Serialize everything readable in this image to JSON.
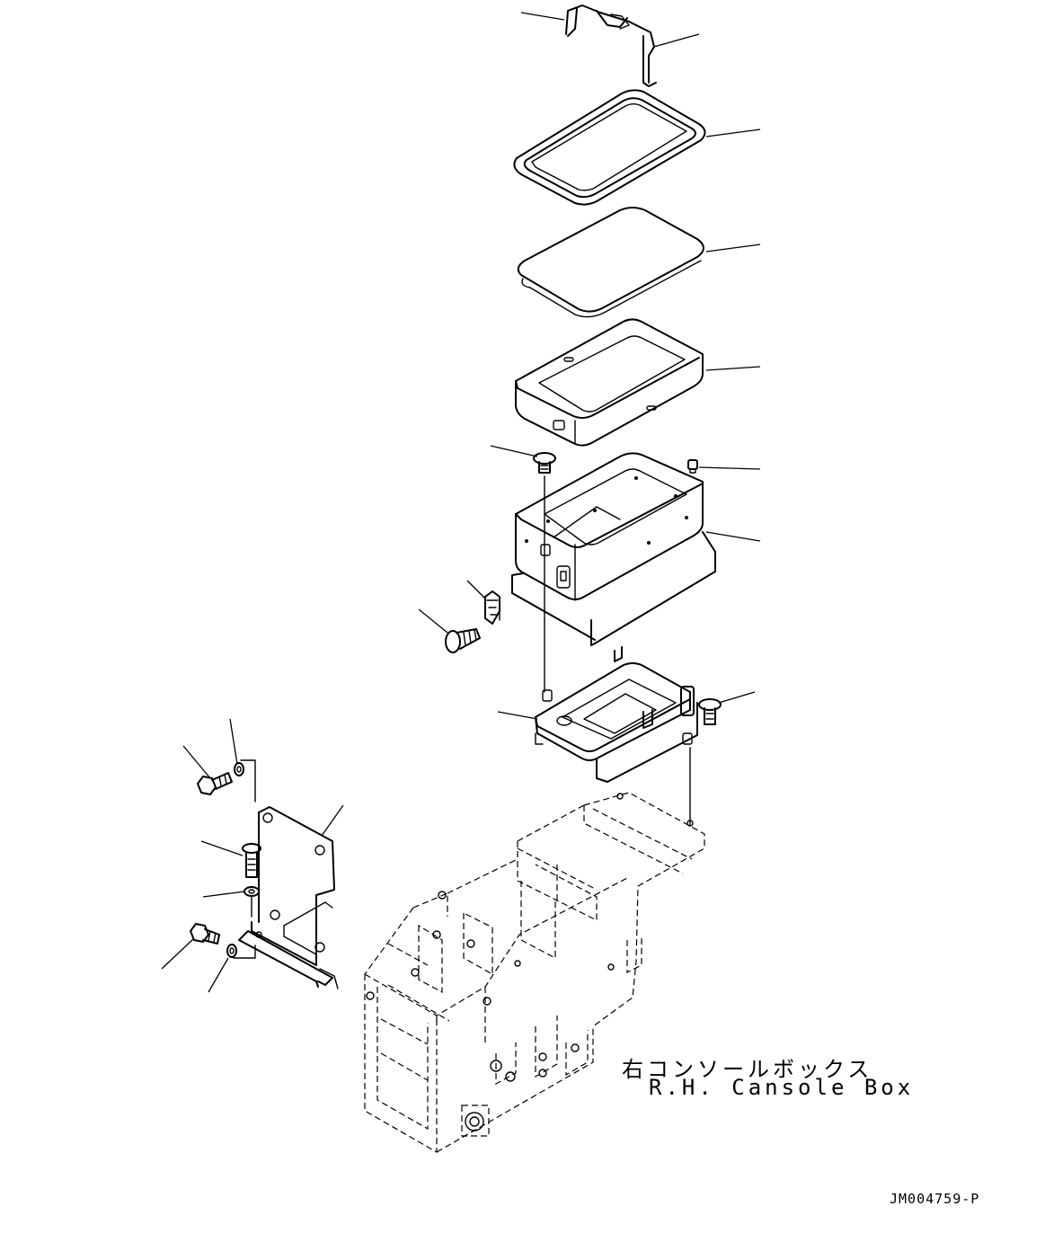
{
  "caption": {
    "japanese": "右コンソールボックス",
    "english": "R.H. Cansole Box"
  },
  "drawing_code": "JM004759-P"
}
